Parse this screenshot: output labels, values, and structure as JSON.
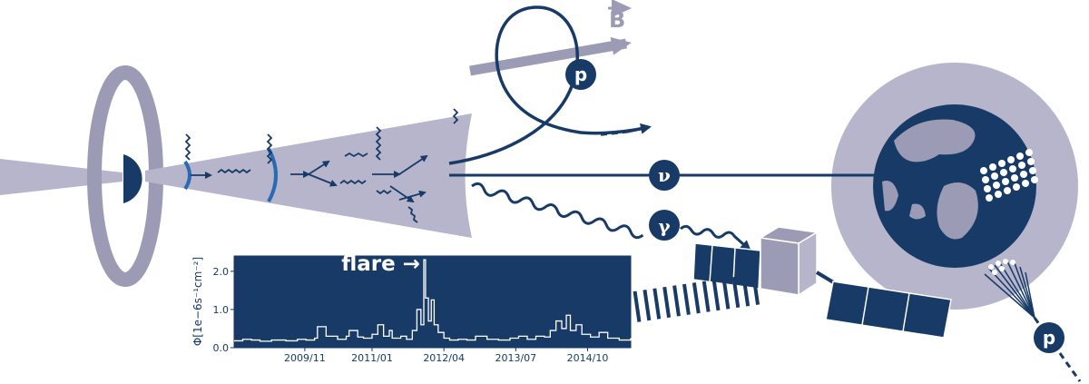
{
  "labels": {
    "field": "B",
    "proton": "p",
    "neutrino": "ν",
    "gamma": "γ",
    "proton_bottom": "p",
    "flare": "flare →"
  },
  "colors": {
    "navy": "#173a66",
    "lavender": "#9c9bb5",
    "lavender_light": "#b6b5cc",
    "blue": "#2a6ab3",
    "white": "#ffffff"
  },
  "icons": [
    "agn-torus-icon",
    "jet-cone-icon",
    "magnetic-field-arrow-icon",
    "proton-icon",
    "neutrino-icon",
    "gamma-icon",
    "satellite-icon",
    "earth-icon",
    "air-shower-icon",
    "detector-array-icon"
  ],
  "chart_data": {
    "type": "line",
    "title": "",
    "xlabel": "",
    "ylabel": "Φ[1e−6s⁻¹cm⁻²]",
    "ylim": [
      0,
      2.4
    ],
    "xlim": [
      2008.6,
      2015.5
    ],
    "yticks": [
      {
        "value": 0.0,
        "label": "0.0"
      },
      {
        "value": 1.0,
        "label": "1.0"
      },
      {
        "value": 2.0,
        "label": "2.0"
      }
    ],
    "xticks": [
      {
        "value": 2009.83,
        "label": "2009/11"
      },
      {
        "value": 2011.0,
        "label": "2011/01"
      },
      {
        "value": 2012.25,
        "label": "2012/04"
      },
      {
        "value": 2013.5,
        "label": "2013/07"
      },
      {
        "value": 2014.75,
        "label": "2014/10"
      }
    ],
    "annotation": {
      "text": "flare →",
      "x": 2011.9,
      "y": 2.3
    },
    "series": [
      {
        "x": [
          2008.6,
          2008.75,
          2008.9,
          2009.05,
          2009.25,
          2009.5,
          2009.7,
          2009.85,
          2010.0,
          2010.05,
          2010.2,
          2010.4,
          2010.55,
          2010.6,
          2010.75,
          2010.85,
          2011.0,
          2011.1,
          2011.2,
          2011.3,
          2011.35,
          2011.5,
          2011.6,
          2011.7,
          2011.78,
          2011.85,
          2011.9,
          2011.93,
          2011.98,
          2012.03,
          2012.08,
          2012.15,
          2012.25,
          2012.35,
          2012.5,
          2012.65,
          2012.8,
          2013.0,
          2013.2,
          2013.4,
          2013.55,
          2013.7,
          2013.85,
          2014.0,
          2014.1,
          2014.2,
          2014.3,
          2014.38,
          2014.45,
          2014.55,
          2014.65,
          2014.8,
          2014.95,
          2015.1,
          2015.3,
          2015.5
        ],
        "y": [
          0.18,
          0.22,
          0.2,
          0.17,
          0.2,
          0.18,
          0.22,
          0.2,
          0.25,
          0.55,
          0.3,
          0.22,
          0.3,
          0.45,
          0.28,
          0.25,
          0.35,
          0.6,
          0.3,
          0.45,
          0.25,
          0.3,
          0.22,
          0.45,
          1.0,
          0.6,
          2.3,
          1.3,
          0.7,
          1.25,
          0.6,
          0.4,
          0.25,
          0.2,
          0.22,
          0.2,
          0.3,
          0.22,
          0.2,
          0.25,
          0.3,
          0.22,
          0.3,
          0.28,
          0.45,
          0.7,
          0.5,
          0.85,
          0.45,
          0.6,
          0.35,
          0.28,
          0.4,
          0.25,
          0.2,
          0.25
        ]
      }
    ]
  }
}
